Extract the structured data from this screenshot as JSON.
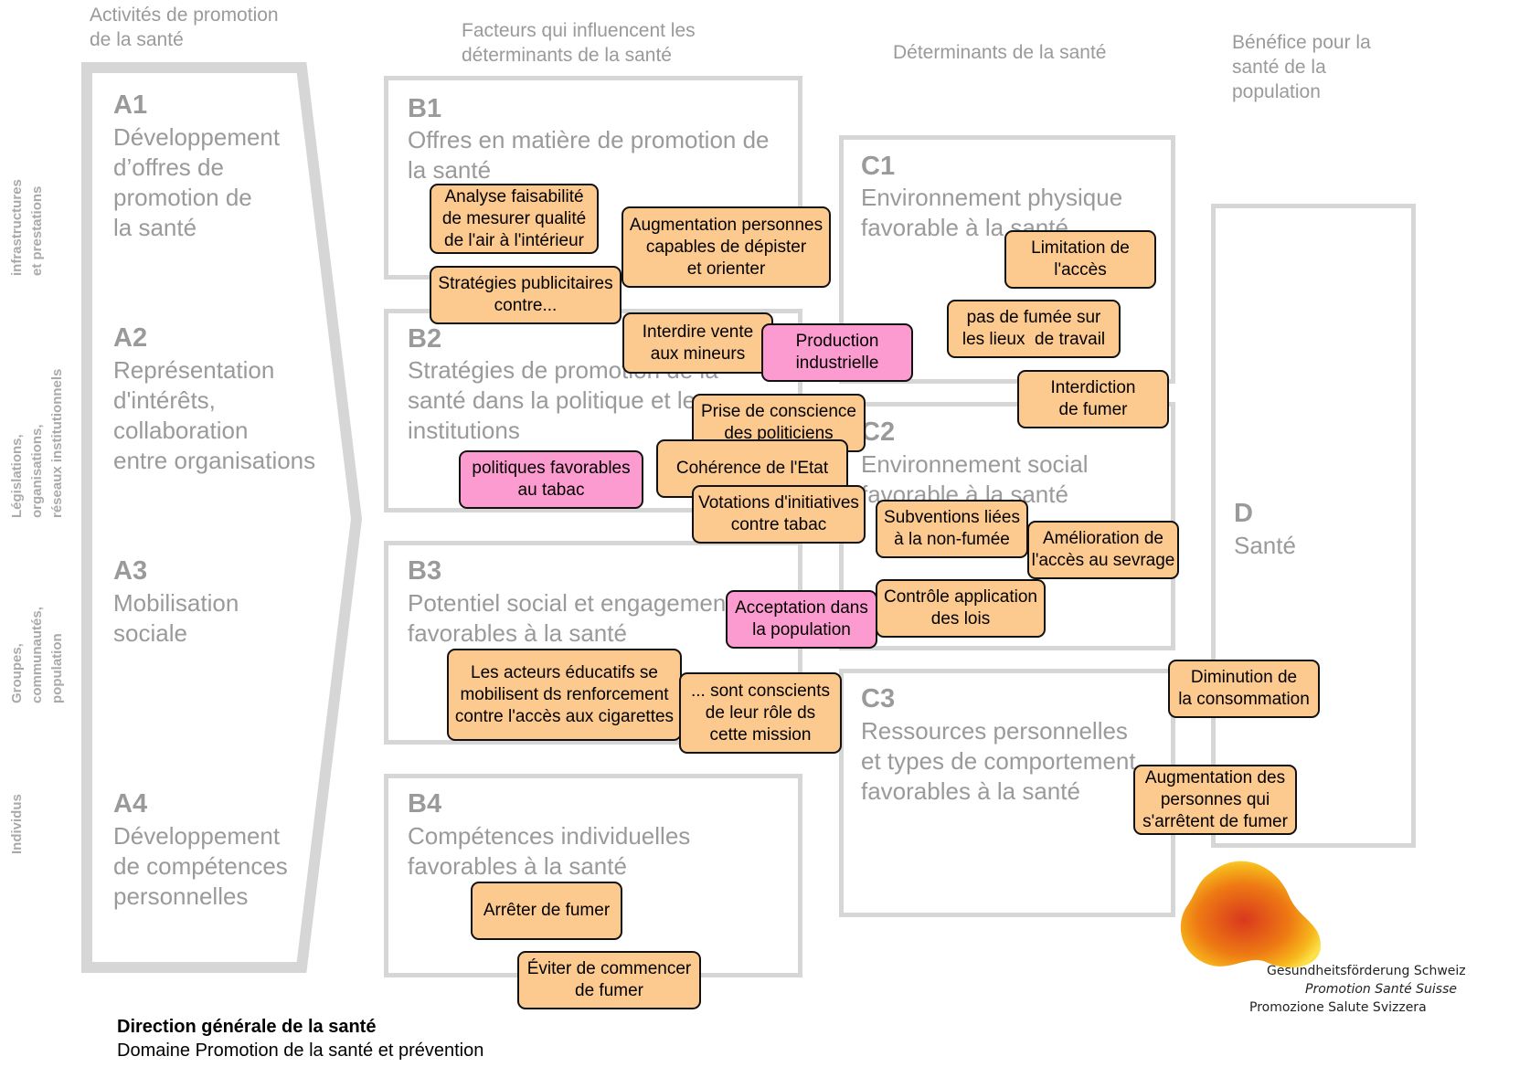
{
  "headers": {
    "a": "Activités de promotion\nde la santé",
    "b": "Facteurs qui influencent les\ndéterminants de la santé",
    "c": "Déterminants de la santé",
    "d": "Bénéfice pour la\nsanté de la\npopulation"
  },
  "side_labels": {
    "s1": "infrastructures\net prestations",
    "s2": "Législations,\norganisations,\nréseaux institutionnels",
    "s3": "Groupes,\ncommunautés,\npopulation",
    "s4": "Individus"
  },
  "column_a": [
    {
      "code": "A1",
      "label": "Développement\nd’offres de\npromotion de\nla santé"
    },
    {
      "code": "A2",
      "label": "Représentation\nd'intérêts,\ncollaboration\nentre organisations"
    },
    {
      "code": "A3",
      "label": "Mobilisation\nsociale"
    },
    {
      "code": "A4",
      "label": "Développement\nde compétences\npersonnelles"
    }
  ],
  "column_b": [
    {
      "code": "B1",
      "label": "Offres en matière de promotion de\nla santé"
    },
    {
      "code": "B2",
      "label": "Stratégies de promotion de la\nsanté dans la politique et les\ninstitutions"
    },
    {
      "code": "B3",
      "label": "Potentiel social et engagement\nfavorables à la santé"
    },
    {
      "code": "B4",
      "label": "Compétences individuelles\nfavorables à la santé"
    }
  ],
  "column_c": [
    {
      "code": "C1",
      "label": "Environnement physique\nfavorable à la santé"
    },
    {
      "code": "C2",
      "label": "Environnement social\nfavorable à la santé"
    },
    {
      "code": "C3",
      "label": "Ressources personnelles\net types de comportement\nfavorables à la santé"
    }
  ],
  "column_d": {
    "code": "D",
    "label": "Santé"
  },
  "notes": {
    "n1": "Analyse faisabilité\nde mesurer qualité\nde l'air à l'intérieur",
    "n2": "Augmentation personnes\ncapables de dépister\net orienter",
    "n3": "Stratégies publicitaires\ncontre...",
    "n4": "Interdire vente\naux mineurs",
    "n5": "Production\nindustrielle",
    "n6": "Limitation de\nl'accès",
    "n7": "pas de fumée sur\nles lieux  de travail",
    "n8": "Interdiction\nde fumer",
    "n9": "Prise de conscience\ndes politiciens",
    "n10": "Cohérence de l'Etat",
    "n11": "politiques favorables\nau tabac",
    "n12": "Votations d'initiatives\ncontre tabac",
    "n13": "Subventions liées\nà la non-fumée",
    "n14": "Amélioration de\nl'accès au sevrage",
    "n15": "Acceptation dans\nla population",
    "n16": "Contrôle application\ndes lois",
    "n17": "Les acteurs éducatifs se\nmobilisent ds renforcement\ncontre l'accès aux cigarettes",
    "n18": "... sont conscients\nde leur rôle ds\ncette mission",
    "n19": "Diminution de\nla consommation",
    "n20": "Augmentation des\npersonnes qui\ns'arrêtent de fumer",
    "n21": "Arrêter de fumer",
    "n22": "Éviter de commencer\nde fumer"
  },
  "footer": {
    "title": "Direction générale de la santé",
    "subtitle": "Domaine Promotion de la santé et prévention"
  },
  "logo": {
    "line1": "Gesundheitsförderung Schweiz",
    "line2": "Promotion Santé Suisse",
    "line3": "Promozione Salute Svizzera"
  },
  "colors": {
    "orange_note": "#fcc98f",
    "pink_note": "#fb9bd0",
    "frame_grey": "#d6d6d6",
    "text_grey": "#9a9a9a"
  }
}
